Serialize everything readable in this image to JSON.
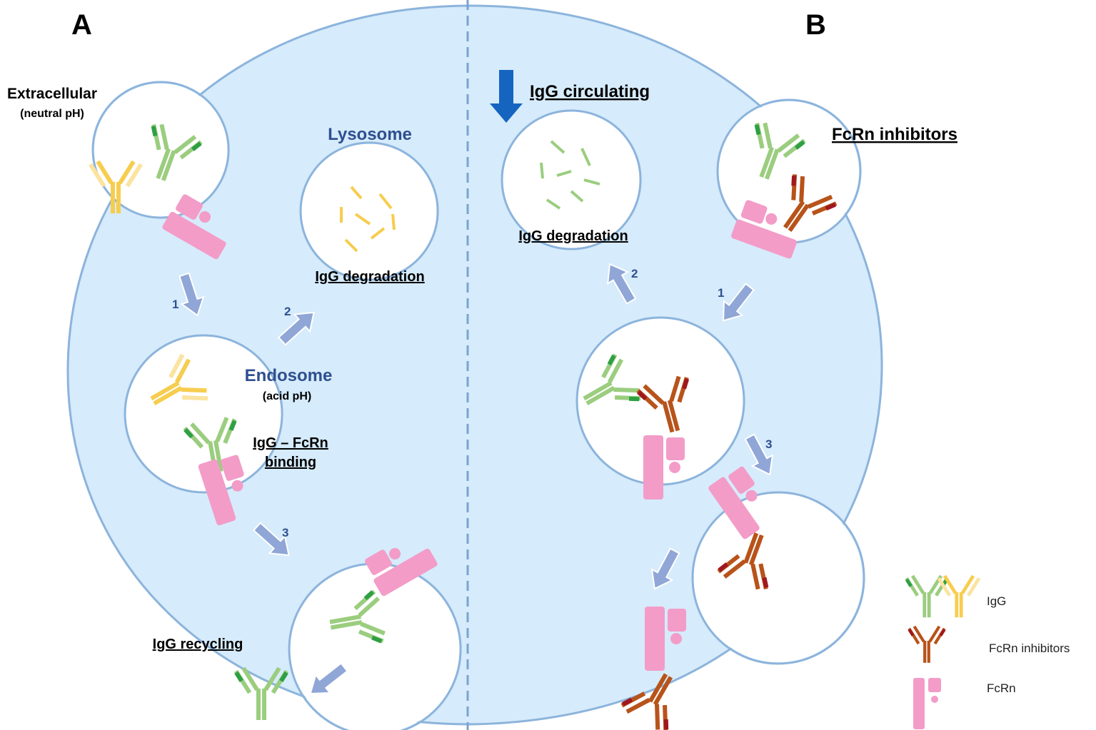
{
  "panels": {
    "a": "A",
    "b": "B"
  },
  "panel_a": {
    "extracellular": "Extracellular",
    "neutral_ph": "(neutral pH)",
    "lysosome": "Lysosome",
    "igg_degradation": "IgG degradation",
    "endosome": "Endosome",
    "acid_ph": "(acid pH)",
    "binding_line1": "IgG – FcRn",
    "binding_line2": "binding",
    "igg_recycling": "IgG recycling",
    "steps": [
      "1",
      "2",
      "3"
    ]
  },
  "panel_b": {
    "igg_circulating": "IgG circulating",
    "fcrn_inhibitors": "FcRn inhibitors",
    "igg_degradation": "IgG degradation",
    "steps": [
      "1",
      "2",
      "3"
    ]
  },
  "legend": {
    "igg": "IgG",
    "fcrn_inhibitors": "FcRn inhibitors",
    "fcrn": "FcRn"
  },
  "colors": {
    "cytoplasm": "#d6ebfb",
    "membrane": "#8cb4dc",
    "igg_green": "#9bcd7f",
    "igg_green_dark": "#2ea043",
    "igg_yellow": "#f7cd4f",
    "inhibitor": "#b8531a",
    "inhibitor_dark": "#a0181e",
    "fcrn": "#f39cc8",
    "step_arrow": "#8fa6d6",
    "down_arrow": "#1565c0"
  }
}
